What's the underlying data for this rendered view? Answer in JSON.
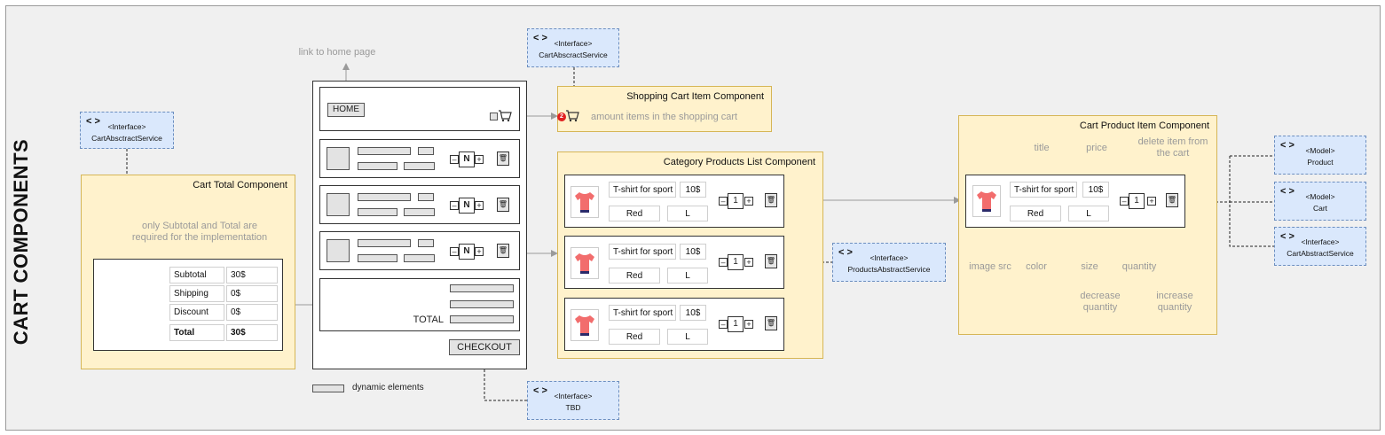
{
  "title": "CART COMPONENTS",
  "legend": {
    "label": "dynamic elements"
  },
  "main_wire": {
    "home_label": "HOME",
    "link_note": "link to home page",
    "quantity_symbol": "N",
    "total_label": "TOTAL",
    "checkout_label": "CHECKOUT"
  },
  "interfaces": {
    "top": {
      "stereotype": "<Interface>",
      "name": "CartAbscractService"
    },
    "left": {
      "stereotype": "<Interface>",
      "name": "CartAbsctractService"
    },
    "tbd": {
      "stereotype": "<Interface>",
      "name": "TBD"
    },
    "products": {
      "stereotype": "<Interface>",
      "name": "ProductsAbstractService"
    },
    "model_product": {
      "stereotype": "<Model>",
      "name": "Product"
    },
    "model_cart": {
      "stereotype": "<Model>",
      "name": "Cart"
    },
    "right_cart_service": {
      "stereotype": "<Interface>",
      "name": "CartAbstractService"
    }
  },
  "shopping_cart_item": {
    "title": "Shopping Cart Item Component",
    "badge": "2",
    "note": "amount items in the shopping cart"
  },
  "cart_total": {
    "title": "Cart Total Component",
    "note": "only Subtotal and Total are required for the implementation",
    "rows": [
      {
        "label": "Subtotal",
        "value": "30$"
      },
      {
        "label": "Shipping",
        "value": "0$"
      },
      {
        "label": "Discount",
        "value": "0$"
      },
      {
        "label": "Total",
        "value": "30$"
      }
    ]
  },
  "category_list": {
    "title": "Category Products List Component",
    "items": [
      {
        "name": "T-shirt for sport",
        "price": "10$",
        "color": "Red",
        "size": "L",
        "quantity": "1"
      },
      {
        "name": "T-shirt for sport",
        "price": "10$",
        "color": "Red",
        "size": "L",
        "quantity": "1"
      },
      {
        "name": "T-shirt for sport",
        "price": "10$",
        "color": "Red",
        "size": "L",
        "quantity": "1"
      }
    ]
  },
  "cart_product_item": {
    "title": "Cart Product Item Component",
    "product": {
      "name": "T-shirt for sport",
      "price": "10$",
      "color": "Red",
      "size": "L",
      "quantity": "1"
    },
    "annotations": {
      "title": "title",
      "price": "price",
      "delete": "delete item from the cart",
      "image": "image src",
      "color": "color",
      "size": "size",
      "quantity": "quantity",
      "decrease": "decrease quantity",
      "increase": "increase quantity"
    }
  },
  "colors": {
    "component_fill": "#fff2cc",
    "component_border": "#d6b656",
    "interface_fill": "#dae8fc",
    "interface_border": "#6c8ebf",
    "tshirt": "#f26d6d"
  }
}
